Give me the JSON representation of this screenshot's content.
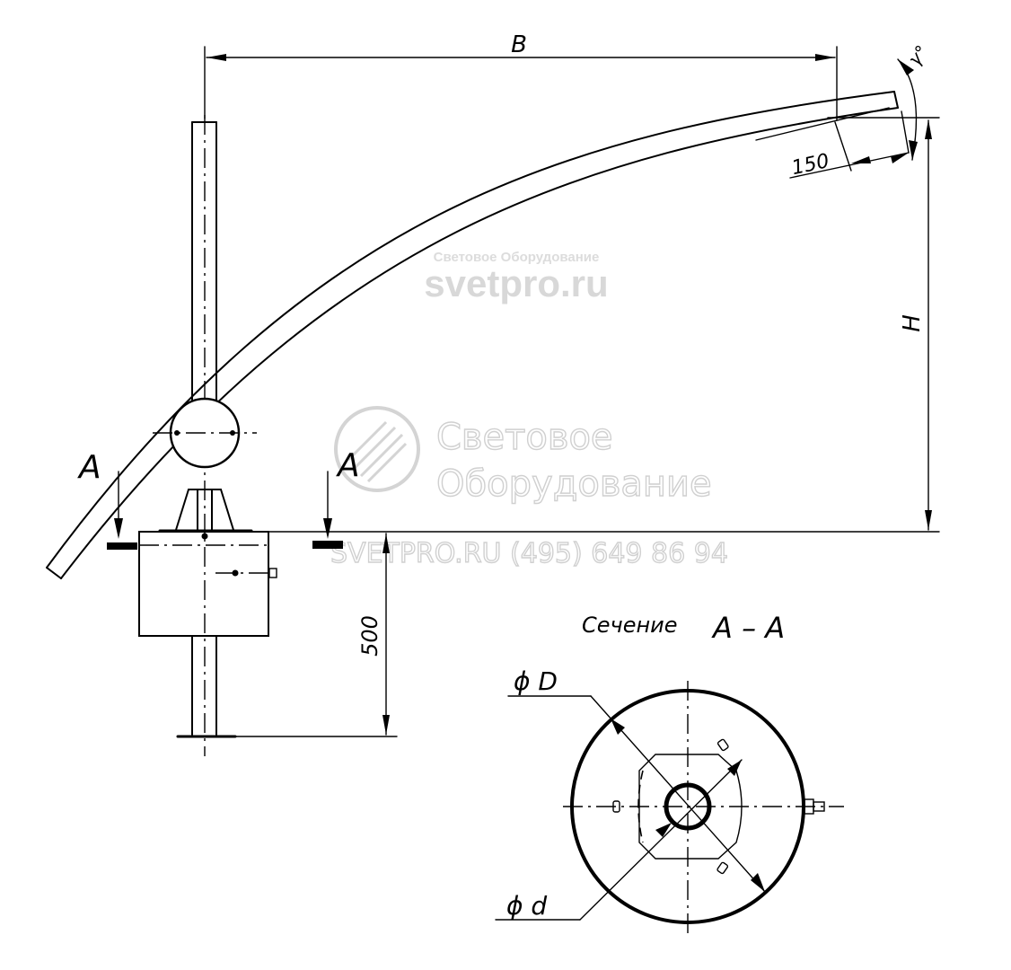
{
  "dimensions": {
    "b": "B",
    "h": "H",
    "angle": "γ°",
    "tip": "150",
    "base": "500",
    "outer_dia": "ϕ D",
    "inner_dia": "ϕ d"
  },
  "section": {
    "marker_left": "A",
    "marker_right": "A",
    "title": "Сечение",
    "name": "А – А"
  },
  "watermark": {
    "small": "Световое Оборудование",
    "site": "svetpro.ru",
    "logo_line1": "Световое",
    "logo_line2": "Оборудование",
    "contact": "SVETPRO.RU   (495) 649 86 94"
  },
  "colors": {
    "line": "#000000",
    "watermark": "#d0d0d0"
  }
}
